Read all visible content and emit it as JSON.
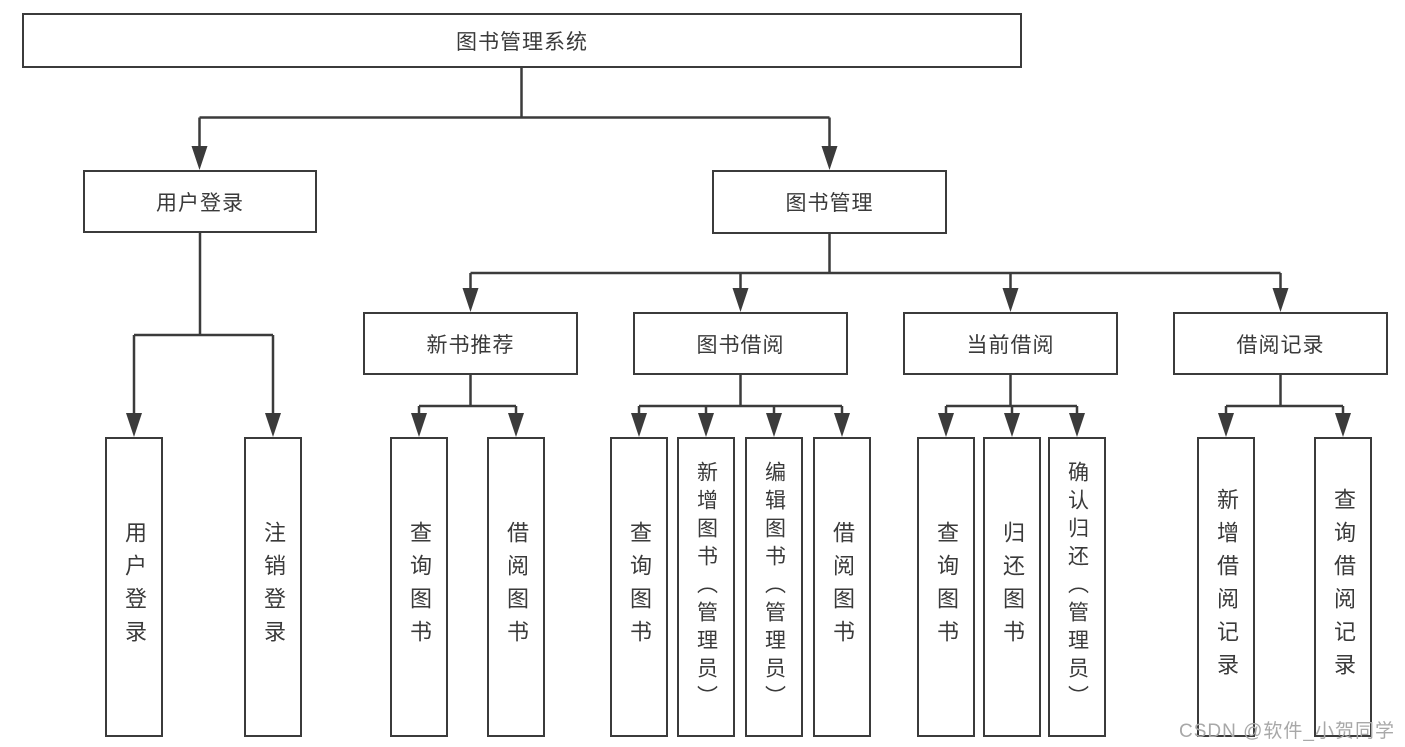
{
  "nodes": {
    "root": {
      "label": "图书管理系统"
    },
    "user_login": {
      "label": "用户登录",
      "leaves": [
        {
          "label": "用户登录"
        },
        {
          "label": "注销登录"
        }
      ]
    },
    "book_mgmt": {
      "label": "图书管理",
      "sections": [
        {
          "label": "新书推荐",
          "leaves": [
            {
              "label": "查询图书"
            },
            {
              "label": "借阅图书"
            }
          ]
        },
        {
          "label": "图书借阅",
          "leaves": [
            {
              "label": "查询图书"
            },
            {
              "label": "新增图书（管理员）"
            },
            {
              "label": "编辑图书（管理员）"
            },
            {
              "label": "借阅图书"
            }
          ]
        },
        {
          "label": "当前借阅",
          "leaves": [
            {
              "label": "查询图书"
            },
            {
              "label": "归还图书"
            },
            {
              "label": "确认归还（管理员）"
            }
          ]
        },
        {
          "label": "借阅记录",
          "leaves": [
            {
              "label": "新增借阅记录"
            },
            {
              "label": "查询借阅记录"
            }
          ]
        }
      ]
    }
  },
  "watermark": {
    "text": "CSDN @软件_小贺同学"
  },
  "colors": {
    "line": "#3b3b3b",
    "text": "#3a3a3a",
    "watermark": "#a8a8a8",
    "background": "#ffffff"
  }
}
